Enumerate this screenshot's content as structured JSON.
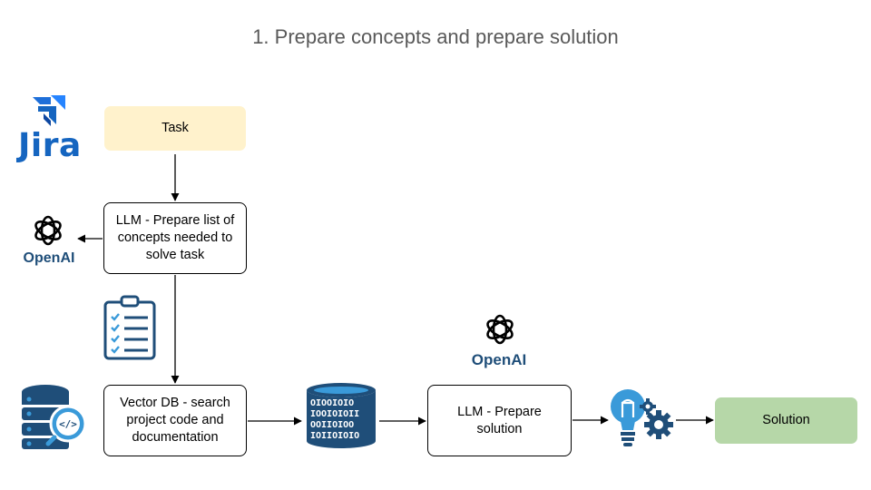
{
  "title": "1. Prepare concepts and prepare solution",
  "nodes": {
    "task": "Task",
    "concepts": "LLM - Prepare list of\nconcepts needed to\nsolve task",
    "vector_db": "Vector DB - search\nproject code and\ndocumentation",
    "prepare_solution": "LLM - Prepare\nsolution",
    "solution": "Solution"
  },
  "logos": {
    "jira": "Jira",
    "openai_left": "OpenAI",
    "openai_right": "OpenAI"
  },
  "icons": [
    "jira-logo-icon",
    "openai-logo-icon",
    "clipboard-checklist-icon",
    "database-code-icon",
    "binary-database-icon",
    "lightbulb-gear-icon"
  ],
  "colors": {
    "task_fill": "#fff2cc",
    "solution_fill": "#b6d7a8",
    "brand_blue": "#1565c0",
    "openai_text": "#1f4e79",
    "title_text": "#595959"
  }
}
